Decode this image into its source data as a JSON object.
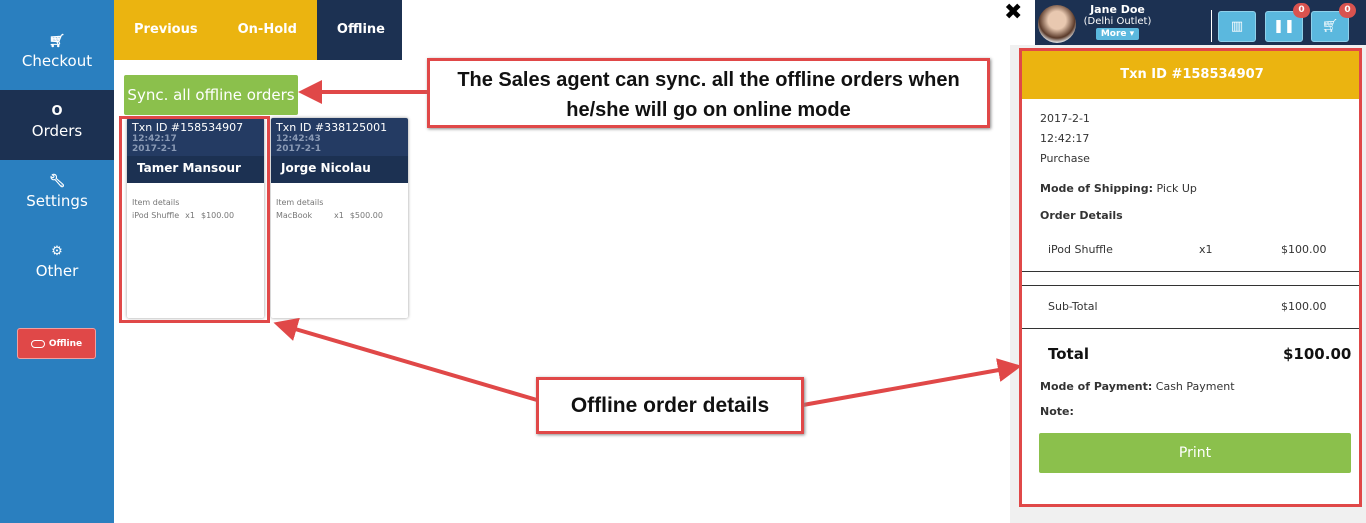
{
  "sidebar": {
    "items": [
      {
        "icon": "cart-icon",
        "label": "Checkout"
      },
      {
        "icon": "circle-icon",
        "label": "Orders"
      },
      {
        "icon": "wrench-icon",
        "label": "Settings"
      },
      {
        "icon": "gears-icon",
        "label": "Other"
      }
    ],
    "offline_toggle": "Offline"
  },
  "tabs": [
    "Previous",
    "On-Hold",
    "Offline"
  ],
  "sync_button": "Sync. all offline orders",
  "orders": [
    {
      "txn": "Txn ID #158534907",
      "time": "12:42:17",
      "date": "2017-2-1",
      "customer": "Tamer Mansour",
      "items_label": "Item details",
      "item": "iPod Shuffle",
      "qty": "x1",
      "price": "$100.00"
    },
    {
      "txn": "Txn ID #338125001",
      "time": "12:42:43",
      "date": "2017-2-1",
      "customer": "Jorge Nicolau",
      "items_label": "Item details",
      "item": "MacBook",
      "qty": "x1",
      "price": "$500.00"
    }
  ],
  "header": {
    "user": "Jane Doe",
    "outlet": "(Delhi Outlet)",
    "more": "More ▾",
    "hold_count": "0",
    "cart_count": "0"
  },
  "detail": {
    "title": "Txn ID #158534907",
    "date": "2017-2-1",
    "time": "12:42:17",
    "type": "Purchase",
    "shipping_label": "Mode of Shipping:",
    "shipping": "Pick Up",
    "order_details": "Order Details",
    "item": "iPod Shuffle",
    "qty": "x1",
    "price": "$100.00",
    "subtotal_label": "Sub-Total",
    "subtotal": "$100.00",
    "total_label": "Total",
    "total": "$100.00",
    "payment_label": "Mode of Payment:",
    "payment": "Cash Payment",
    "note_label": "Note:",
    "print": "Print"
  },
  "annotations": {
    "sync": "The Sales agent can sync. all the offline orders when he/she will go on online mode",
    "details": "Offline order details"
  },
  "colors": {
    "sidebar": "#2a7fbf",
    "navy": "#1c3152",
    "yellow": "#ebb410",
    "green": "#8bc04c",
    "red": "#e04848"
  }
}
